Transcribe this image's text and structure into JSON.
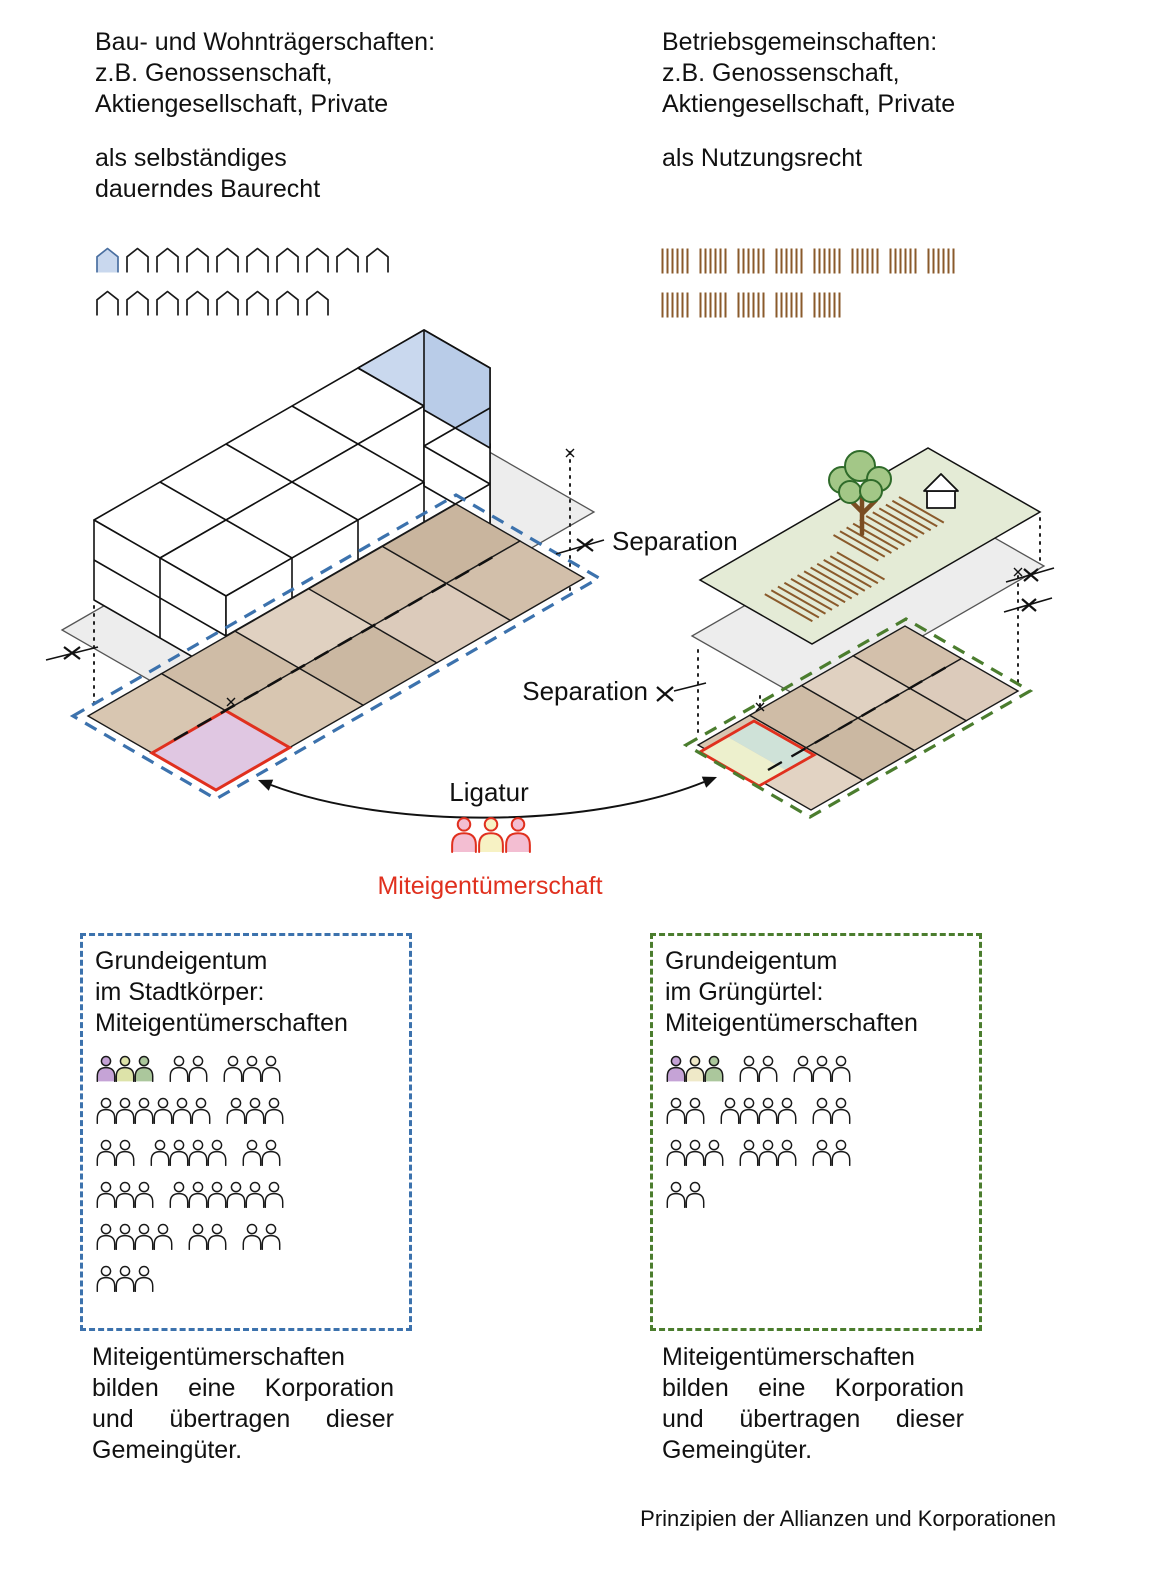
{
  "colors": {
    "red": "#e0301e",
    "blue_dashed": "#3c72ad",
    "green_dashed": "#4b7d2e",
    "house_highlight": "#c9d8ee",
    "house_highlight_stroke": "#4a6fa0",
    "strip_brown": "#8a5a2b"
  },
  "header": {
    "left_title": "Bau- und Wohnträgerschaften:\nz.B. Genossenschaft,\nAktiengesellschaft, Private",
    "left_subtitle": "als selbständiges\ndauerndes Baurecht",
    "right_title": "Betriebsgemeinschaften:\nz.B. Genossenschaft,\nAktiengesellschaft, Private",
    "right_subtitle": "als Nutzungsrecht"
  },
  "icon_rows": {
    "houses": {
      "rows": [
        10,
        8
      ]
    },
    "strips": {
      "rows": [
        8,
        5
      ],
      "lines_per_group": 6
    }
  },
  "diagram": {
    "separation_label_1": "Separation",
    "separation_label_2": "Separation",
    "ligatur_label": "Ligatur",
    "ownership_label": "Miteigentümerschaft",
    "ownership_person_colors": [
      "#f3bed2",
      "#f7f2c4",
      "#f3bed2"
    ]
  },
  "boxes": {
    "left": {
      "title": "Grundeigentum\nim Stadtkörper:\nMiteigentümerschaften",
      "groups_rows": [
        [
          3,
          2,
          3
        ],
        [
          6,
          3
        ],
        [
          2,
          4,
          2
        ],
        [
          3,
          6
        ],
        [
          4,
          2,
          2
        ],
        [
          3
        ]
      ],
      "colored_group": [
        "#c5a3d6",
        "#dde3a9",
        "#abc79c"
      ],
      "caption": "Miteigentümerschaften bilden eine Korporation und übertragen dieser Gemeingüter."
    },
    "right": {
      "title": "Grundeigentum\nim Grüngürtel:\nMiteigentümerschaften",
      "groups_rows": [
        [
          3,
          2,
          3
        ],
        [
          2,
          4,
          2
        ],
        [
          3,
          3,
          2
        ],
        [
          2
        ]
      ],
      "colored_group": [
        "#c5a3d6",
        "#efe9c8",
        "#abc79c"
      ],
      "caption": "Miteigentümerschaften bilden eine Korporation und übertragen dieser Gemeingüter."
    }
  },
  "footer": {
    "caption": "Prinzipien der Allianzen und Korporationen"
  }
}
